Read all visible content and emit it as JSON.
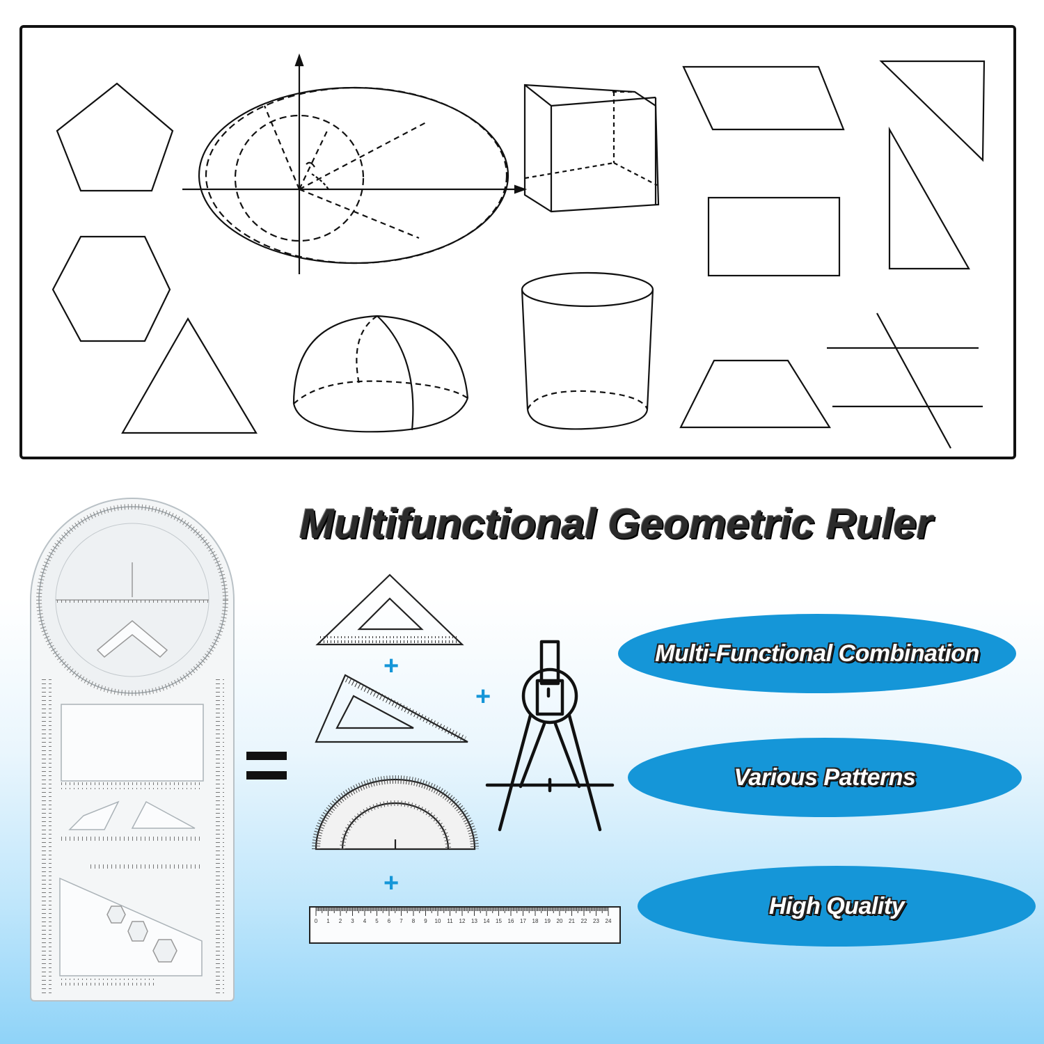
{
  "title": "Multifunctional Geometric Ruler",
  "features": [
    "Multi-Functional Combination",
    "Various Patterns",
    "High Quality"
  ],
  "operators": {
    "equals": "=",
    "plus": "+"
  },
  "shapes": [
    "pentagon-icon",
    "ellipse-diagram-icon",
    "cube-icon",
    "parallelogram-icon",
    "right-triangle-icon",
    "hexagon-icon",
    "rectangle-icon",
    "tall-triangle-icon",
    "triangle-icon",
    "hemisphere-icon",
    "cylinder-icon",
    "trapezoid-icon",
    "transversal-lines-icon"
  ],
  "tools": [
    "triangle-ruler-icon",
    "set-square-icon",
    "protractor-icon",
    "compass-icon",
    "straight-ruler-icon"
  ],
  "ruler_scale": [
    "0",
    "1",
    "2",
    "3",
    "4",
    "5",
    "6",
    "7",
    "8",
    "9",
    "10",
    "11",
    "12",
    "13",
    "14",
    "15",
    "16",
    "17",
    "18",
    "19",
    "20",
    "21",
    "22",
    "23",
    "24"
  ],
  "colors": {
    "accent": "#1596d8",
    "plus": "#1596d8",
    "ink": "#111111",
    "gradient_bottom": "#8fd3f8"
  }
}
